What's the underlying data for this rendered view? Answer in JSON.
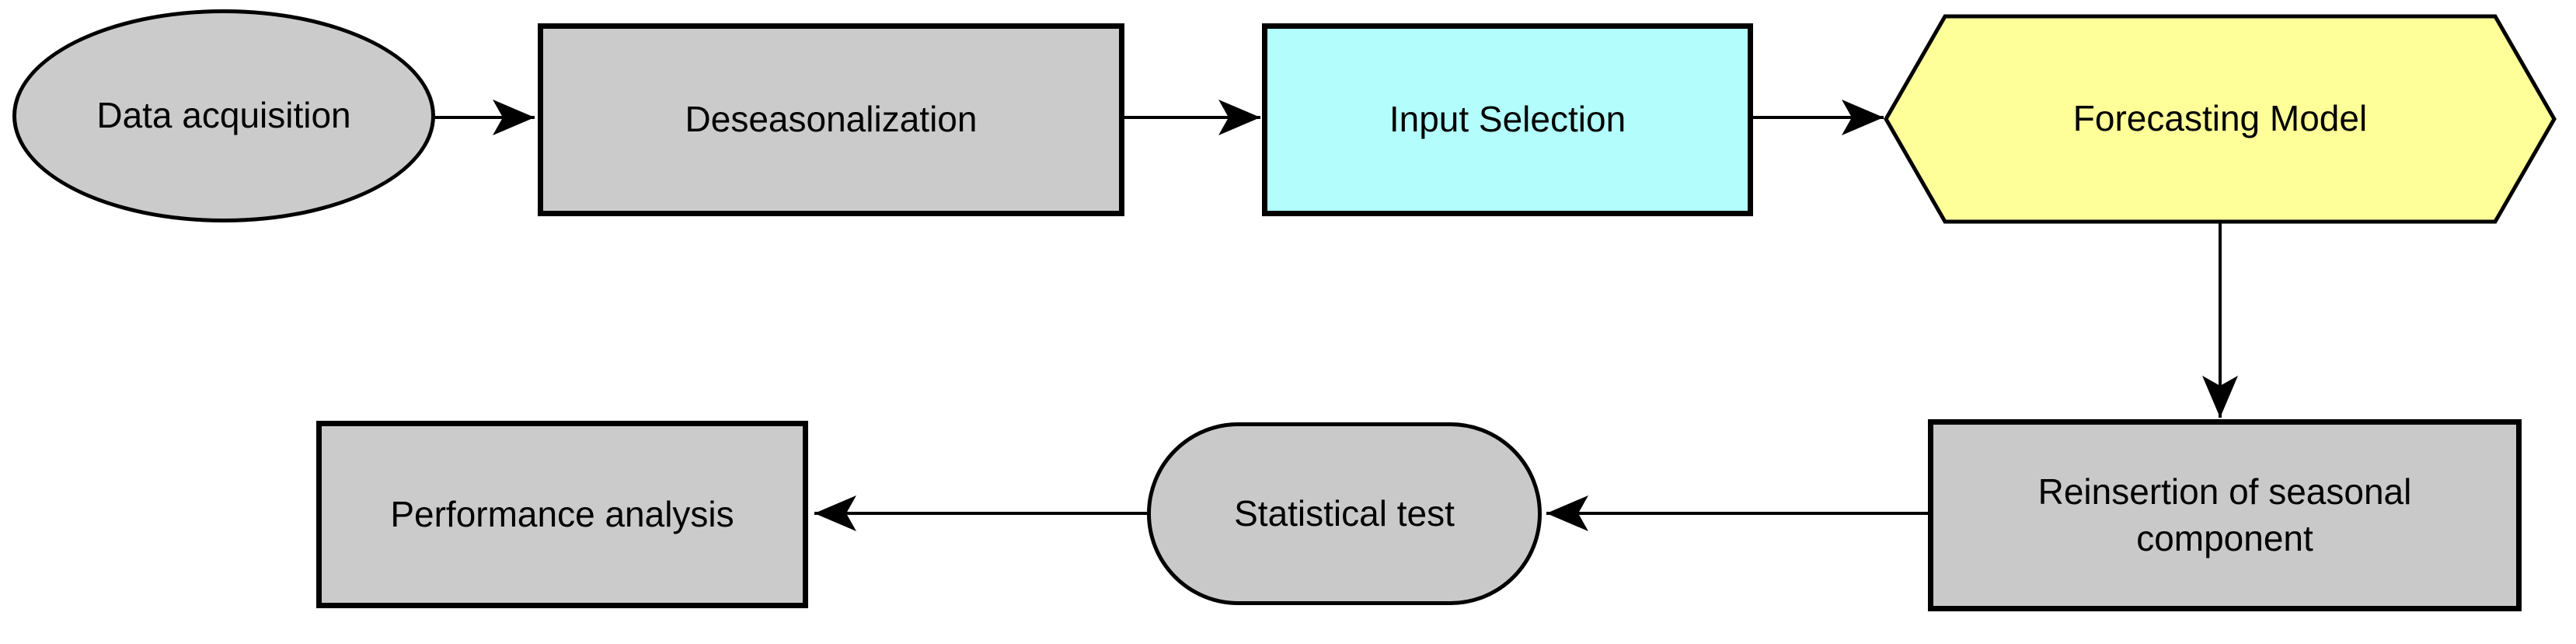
{
  "diagram_type": "flowchart",
  "palette": {
    "background": "#ffffff",
    "stroke": "#000000",
    "text": "#000000",
    "gray_fill": "#cbcbcb",
    "cyan_fill": "#b3fdfd",
    "yellow_fill": "#ffff99"
  },
  "nodes": {
    "data_acquisition": {
      "label": "Data acquisition",
      "shape": "ellipse",
      "fill": "#cbcbcb"
    },
    "deseasonalization": {
      "label": "Deseasonalization",
      "shape": "rectangle",
      "fill": "#cbcbcb"
    },
    "input_selection": {
      "label": "Input Selection",
      "shape": "rectangle",
      "fill": "#b3fdfd"
    },
    "forecasting_model": {
      "label": "Forecasting Model",
      "shape": "hexagon",
      "fill": "#ffff99"
    },
    "reinsertion": {
      "label": "Reinsertion of seasonal component",
      "shape": "rectangle",
      "fill": "#c9c9c9"
    },
    "statistical_test": {
      "label": "Statistical test",
      "shape": "stadium",
      "fill": "#c9c9c9"
    },
    "performance_analysis": {
      "label": "Performance analysis",
      "shape": "rectangle",
      "fill": "#cbcbcb"
    }
  },
  "edges": [
    {
      "from": "data_acquisition",
      "to": "deseasonalization",
      "direction": "right"
    },
    {
      "from": "deseasonalization",
      "to": "input_selection",
      "direction": "right"
    },
    {
      "from": "input_selection",
      "to": "forecasting_model",
      "direction": "right"
    },
    {
      "from": "forecasting_model",
      "to": "reinsertion",
      "direction": "down"
    },
    {
      "from": "reinsertion",
      "to": "statistical_test",
      "direction": "left"
    },
    {
      "from": "statistical_test",
      "to": "performance_analysis",
      "direction": "left"
    }
  ]
}
